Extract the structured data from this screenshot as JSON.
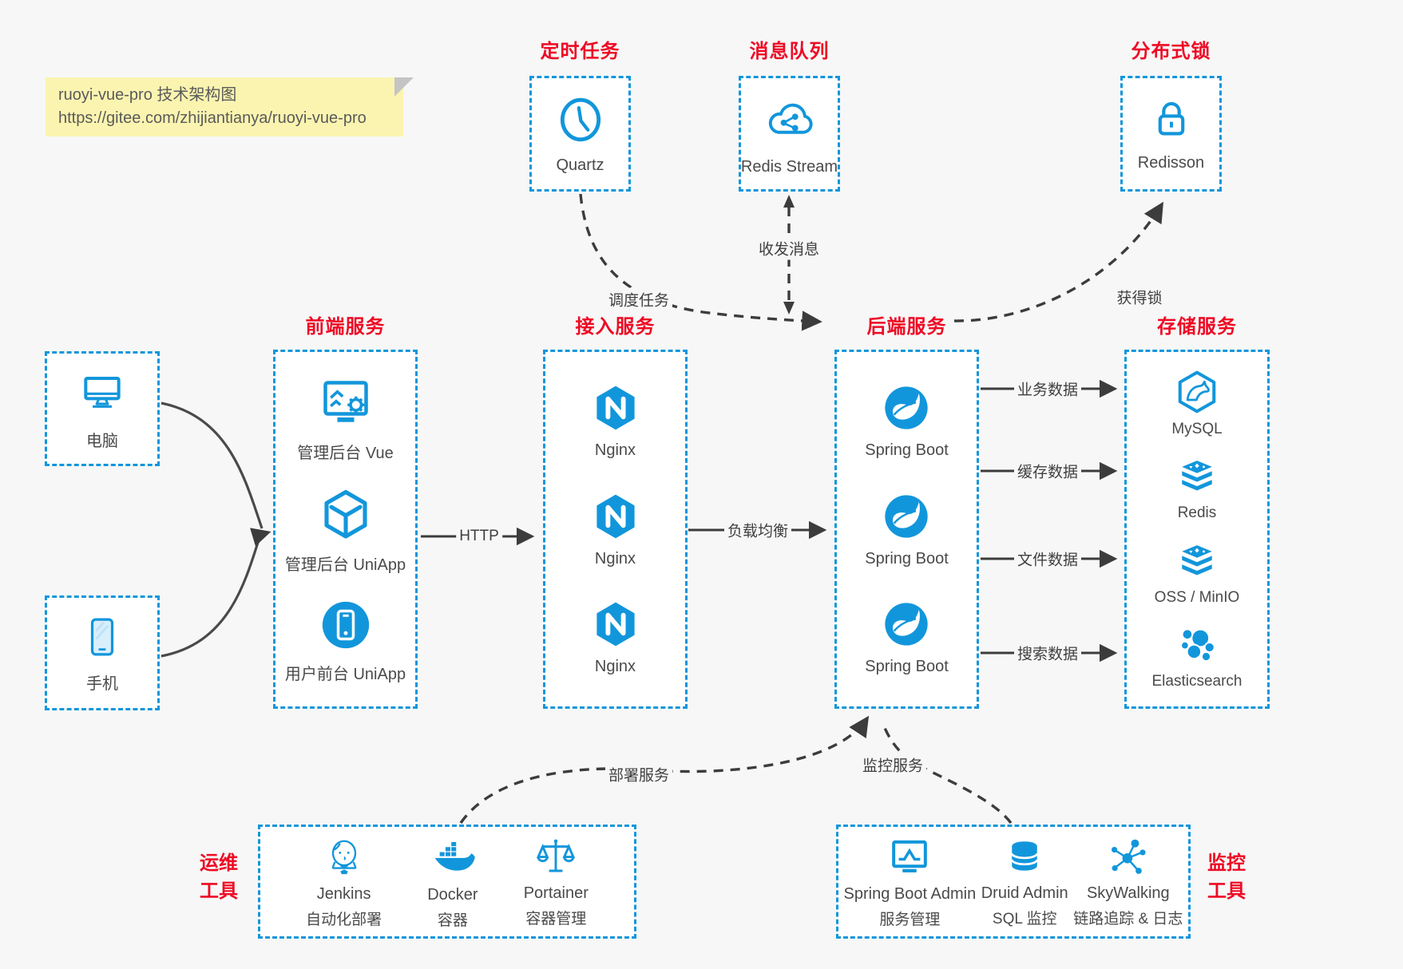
{
  "note": {
    "title": "ruoyi-vue-pro 技术架构图",
    "url": "https://gitee.com/zhijiantianya/ruoyi-vue-pro"
  },
  "groups": {
    "scheduler": {
      "title": "定时任务",
      "items": [
        {
          "label": "Quartz",
          "icon": "clock-icon"
        }
      ]
    },
    "mq": {
      "title": "消息队列",
      "items": [
        {
          "label": "Redis Stream",
          "icon": "cloud-share-icon"
        }
      ]
    },
    "distributed_lock": {
      "title": "分布式锁",
      "items": [
        {
          "label": "Redisson",
          "icon": "lock-icon"
        }
      ]
    },
    "clients": {
      "items": [
        {
          "label": "电脑",
          "icon": "computer-monitor-icon"
        },
        {
          "label": "手机",
          "icon": "mobile-phone-icon"
        }
      ]
    },
    "frontend": {
      "title": "前端服务",
      "items": [
        {
          "label": "管理后台 Vue",
          "icon": "admin-vue-icon"
        },
        {
          "label": "管理后台 UniApp",
          "icon": "uniapp-cube-icon"
        },
        {
          "label": "用户前台 UniApp",
          "icon": "user-uniapp-icon"
        }
      ]
    },
    "gateway": {
      "title": "接入服务",
      "items": [
        {
          "label": "Nginx",
          "icon": "nginx-icon"
        },
        {
          "label": "Nginx",
          "icon": "nginx-icon"
        },
        {
          "label": "Nginx",
          "icon": "nginx-icon"
        }
      ]
    },
    "backend": {
      "title": "后端服务",
      "items": [
        {
          "label": "Spring Boot",
          "icon": "spring-boot-icon"
        },
        {
          "label": "Spring Boot",
          "icon": "spring-boot-icon"
        },
        {
          "label": "Spring Boot",
          "icon": "spring-boot-icon"
        }
      ]
    },
    "storage": {
      "title": "存储服务",
      "items": [
        {
          "label": "MySQL",
          "icon": "mysql-icon"
        },
        {
          "label": "Redis",
          "icon": "redis-icon"
        },
        {
          "label": "OSS / MinIO",
          "icon": "object-storage-icon"
        },
        {
          "label": "Elasticsearch",
          "icon": "elasticsearch-icon"
        }
      ]
    },
    "ops_tools": {
      "title_lines": [
        "运维",
        "工具"
      ],
      "items": [
        {
          "name": "Jenkins",
          "desc": "自动化部署",
          "icon": "jenkins-icon"
        },
        {
          "name": "Docker",
          "desc": "容器",
          "icon": "docker-icon"
        },
        {
          "name": "Portainer",
          "desc": "容器管理",
          "icon": "portainer-icon"
        }
      ]
    },
    "monitor_tools": {
      "title_lines": [
        "监控",
        "工具"
      ],
      "items": [
        {
          "name": "Spring Boot Admin",
          "desc": "服务管理",
          "icon": "spring-boot-admin-icon"
        },
        {
          "name": "Druid Admin",
          "desc": "SQL 监控",
          "icon": "druid-icon"
        },
        {
          "name": "SkyWalking",
          "desc": "链路追踪 & 日志",
          "icon": "skywalking-icon"
        }
      ]
    }
  },
  "edges": {
    "http": "HTTP",
    "load_balance": "负载均衡",
    "schedule_task": "调度任务",
    "send_receive_message": "收发消息",
    "acquire_lock": "获得锁",
    "business_data": "业务数据",
    "cache_data": "缓存数据",
    "file_data": "文件数据",
    "search_data": "搜索数据",
    "deploy_service": "部署服务",
    "monitor_service": "监控服务"
  },
  "colors": {
    "box_border_blue": "#1296db",
    "title_red": "#ee0a24",
    "arrow_dark": "#3c3c3c",
    "note_bg": "#fbf4b0",
    "canvas_bg": "#f7f7f7"
  }
}
